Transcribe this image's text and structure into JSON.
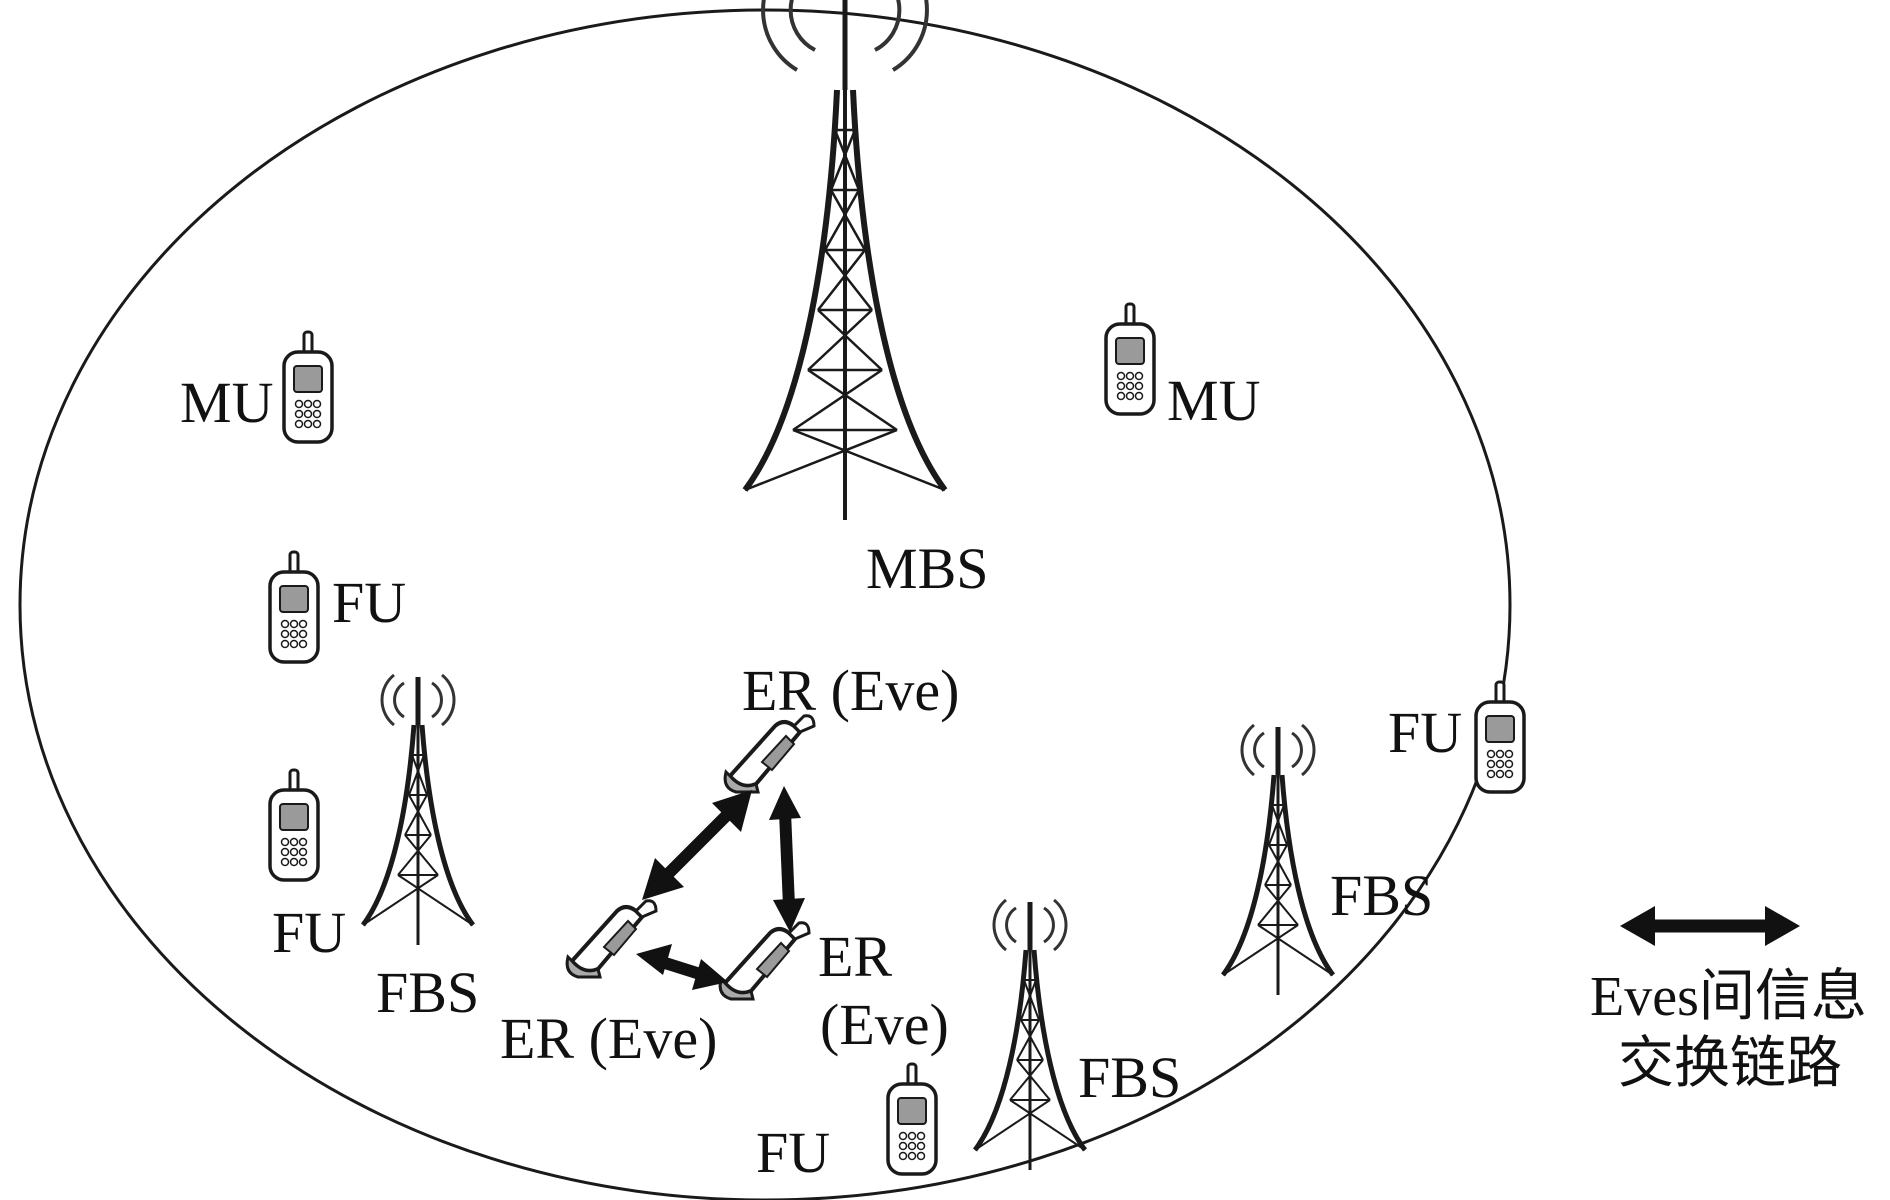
{
  "labels": {
    "mbs": "MBS",
    "mu": "MU",
    "fu": "FU",
    "fbs": "FBS",
    "er_eve": "ER (Eve)",
    "er": "ER",
    "eve_paren": "(Eve)"
  },
  "legend": {
    "line1": "Eves间信息",
    "line2": "交换链路"
  },
  "colors": {
    "stroke": "#1a1a1a",
    "phone_screen": "#9a9a9a",
    "background": "#ffffff"
  }
}
